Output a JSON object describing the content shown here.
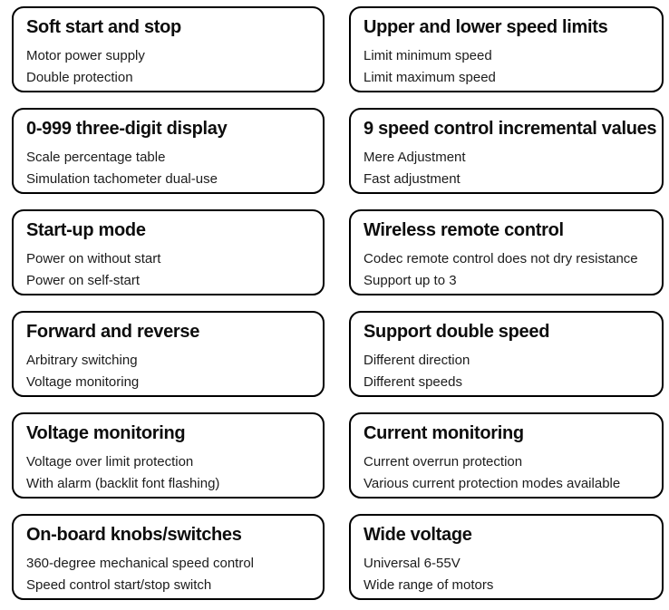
{
  "colors": {
    "background": "#ffffff",
    "card_border": "#000000",
    "title_text": "#0d0d0d",
    "body_text": "#1c1c1c"
  },
  "cards": [
    {
      "title": "Soft start and stop",
      "lines": [
        "Motor power supply",
        "Double protection"
      ]
    },
    {
      "title": "Upper and lower speed limits",
      "lines": [
        "Limit minimum speed",
        "Limit maximum speed"
      ]
    },
    {
      "title": "0-999 three-digit display",
      "lines": [
        "Scale percentage table",
        "Simulation tachometer dual-use"
      ]
    },
    {
      "title": "9 speed control incremental values",
      "lines": [
        "Mere Adjustment",
        "Fast adjustment"
      ]
    },
    {
      "title": "Start-up mode",
      "lines": [
        "Power on without start",
        "Power on self-start"
      ]
    },
    {
      "title": "Wireless remote control",
      "lines": [
        "Codec remote control does not dry resistance",
        "Support up to 3"
      ]
    },
    {
      "title": "Forward and reverse",
      "lines": [
        "Arbitrary switching",
        "Voltage monitoring"
      ]
    },
    {
      "title": "Support double speed",
      "lines": [
        "Different direction",
        "Different speeds"
      ]
    },
    {
      "title": "Voltage monitoring",
      "lines": [
        "Voltage over limit protection",
        "With alarm (backlit font flashing)"
      ]
    },
    {
      "title": "Current monitoring",
      "lines": [
        "Current overrun protection",
        "Various current protection modes available"
      ]
    },
    {
      "title": "On-board knobs/switches",
      "lines": [
        "360-degree mechanical speed control",
        "Speed control start/stop switch"
      ]
    },
    {
      "title": "Wide voltage",
      "lines": [
        "Universal 6-55V",
        "Wide range of motors"
      ]
    }
  ]
}
